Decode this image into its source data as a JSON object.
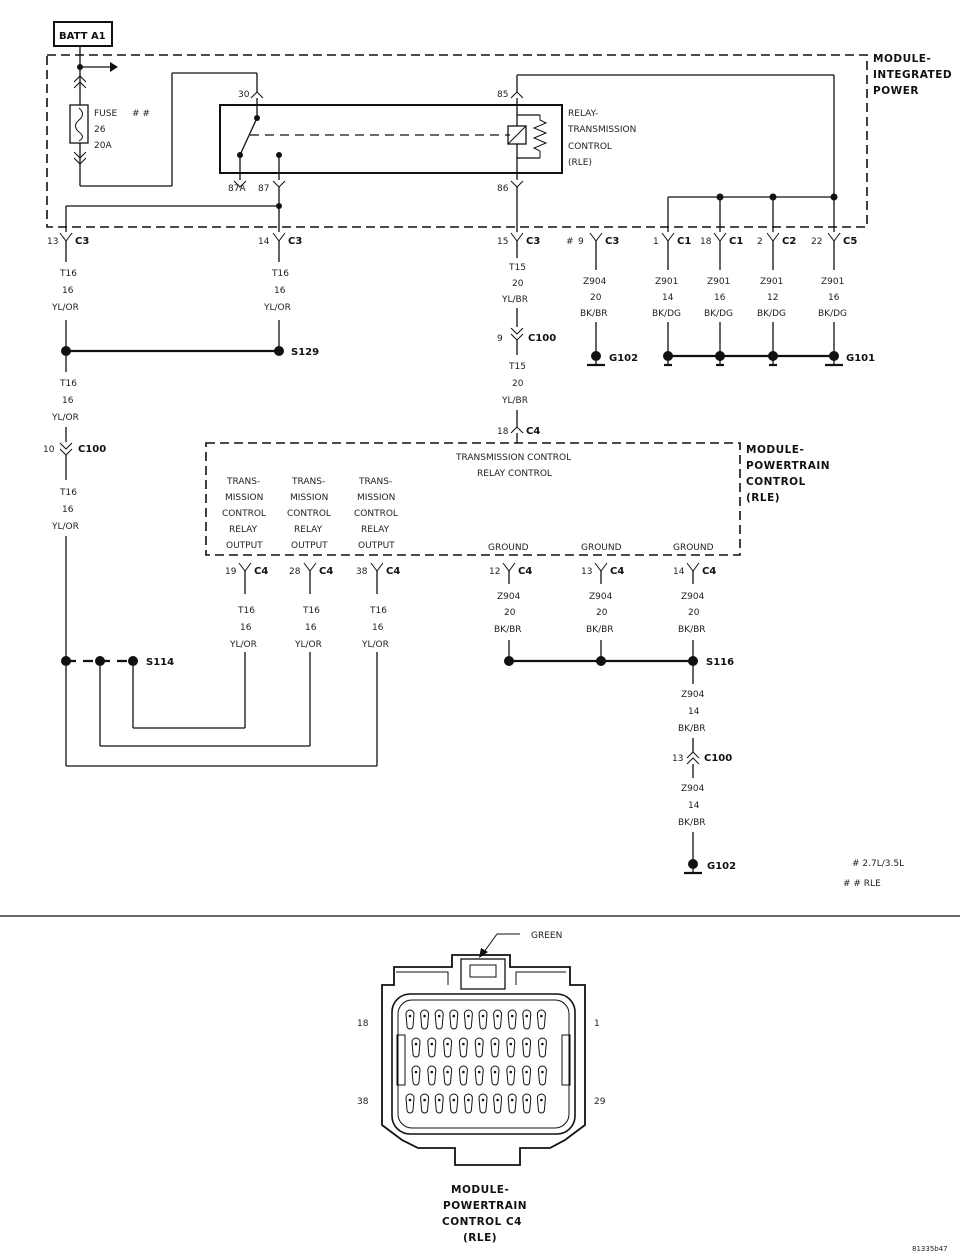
{
  "top": {
    "batt": "BATT A1",
    "module_ip": [
      "MODULE-",
      "INTEGRATED",
      "POWER"
    ],
    "fuse": [
      "FUSE",
      "26",
      "20A"
    ],
    "fuse_note": "# #",
    "relay_label": [
      "RELAY-",
      "TRANSMISSION",
      "CONTROL",
      "(RLE)"
    ],
    "relay_pins": {
      "p30": "30",
      "p87a": "87A",
      "p87": "87",
      "p85": "85",
      "p86": "86"
    }
  },
  "connectors": {
    "c3_13": {
      "pin": "13",
      "name": "C3"
    },
    "c3_14": {
      "pin": "14",
      "name": "C3"
    },
    "c3_15": {
      "pin": "15",
      "name": "C3"
    },
    "c3_9": {
      "pin": "9",
      "name": "C3",
      "note": "#"
    },
    "c1_1": {
      "pin": "1",
      "name": "C1"
    },
    "c1_18": {
      "pin": "18",
      "name": "C1"
    },
    "c2_2": {
      "pin": "2",
      "name": "C2"
    },
    "c5_22": {
      "pin": "22",
      "name": "C5"
    },
    "c100_9": {
      "pin": "9",
      "name": "C100"
    },
    "c4_18": {
      "pin": "18",
      "name": "C4"
    },
    "c100_10": {
      "pin": "10",
      "name": "C100"
    },
    "c4_19": {
      "pin": "19",
      "name": "C4"
    },
    "c4_28": {
      "pin": "28",
      "name": "C4"
    },
    "c4_38": {
      "pin": "38",
      "name": "C4"
    },
    "c4_12": {
      "pin": "12",
      "name": "C4"
    },
    "c4_13": {
      "pin": "13",
      "name": "C4"
    },
    "c4_14": {
      "pin": "14",
      "name": "C4"
    },
    "c100_13": {
      "pin": "13",
      "name": "C100"
    }
  },
  "wires": {
    "t16a": [
      "T16",
      "16",
      "YL/OR"
    ],
    "t16b": [
      "T16",
      "16",
      "YL/OR"
    ],
    "t16c": [
      "T16",
      "16",
      "YL/OR"
    ],
    "t16d": [
      "T16",
      "16",
      "YL/OR"
    ],
    "t15a": [
      "T15",
      "20",
      "YL/BR"
    ],
    "t15b": [
      "T15",
      "20",
      "YL/BR"
    ],
    "z904a": [
      "Z904",
      "20",
      "BK/BR"
    ],
    "z901a": [
      "Z901",
      "14",
      "BK/DG"
    ],
    "z901b": [
      "Z901",
      "16",
      "BK/DG"
    ],
    "z901c": [
      "Z901",
      "12",
      "BK/DG"
    ],
    "z901d": [
      "Z901",
      "16",
      "BK/DG"
    ],
    "t16e": [
      "T16",
      "16",
      "YL/OR"
    ],
    "t16f": [
      "T16",
      "16",
      "YL/OR"
    ],
    "t16g": [
      "T16",
      "16",
      "YL/OR"
    ],
    "z904b": [
      "Z904",
      "20",
      "BK/BR"
    ],
    "z904c": [
      "Z904",
      "20",
      "BK/BR"
    ],
    "z904d": [
      "Z904",
      "20",
      "BK/BR"
    ],
    "z904e": [
      "Z904",
      "14",
      "BK/BR"
    ],
    "z904f": [
      "Z904",
      "14",
      "BK/BR"
    ]
  },
  "splices": {
    "s129": "S129",
    "s114": "S114",
    "s116": "S116",
    "g102a": "G102",
    "g101": "G101",
    "g102b": "G102"
  },
  "pcm": {
    "title": [
      "MODULE-",
      "POWERTRAIN",
      "CONTROL",
      "(RLE)"
    ],
    "relay_control": [
      "TRANSMISSION CONTROL",
      "RELAY CONTROL"
    ],
    "out1": [
      "TRANS-",
      "MISSION",
      "CONTROL",
      "RELAY",
      "OUTPUT"
    ],
    "out2": [
      "TRANS-",
      "MISSION",
      "CONTROL",
      "RELAY",
      "OUTPUT"
    ],
    "out3": [
      "TRANS-",
      "MISSION",
      "CONTROL",
      "RELAY",
      "OUTPUT"
    ],
    "gnd1": "GROUND",
    "gnd2": "GROUND",
    "gnd3": "GROUND"
  },
  "notes": {
    "n1": "# 2.7L/3.5L",
    "n2": "# # RLE"
  },
  "connector_view": {
    "green": "GREEN",
    "p18": "18",
    "p1": "1",
    "p38": "38",
    "p29": "29",
    "title": [
      "MODULE-",
      "POWERTRAIN",
      "CONTROL C4",
      "(RLE)"
    ],
    "code": "81335b47"
  }
}
